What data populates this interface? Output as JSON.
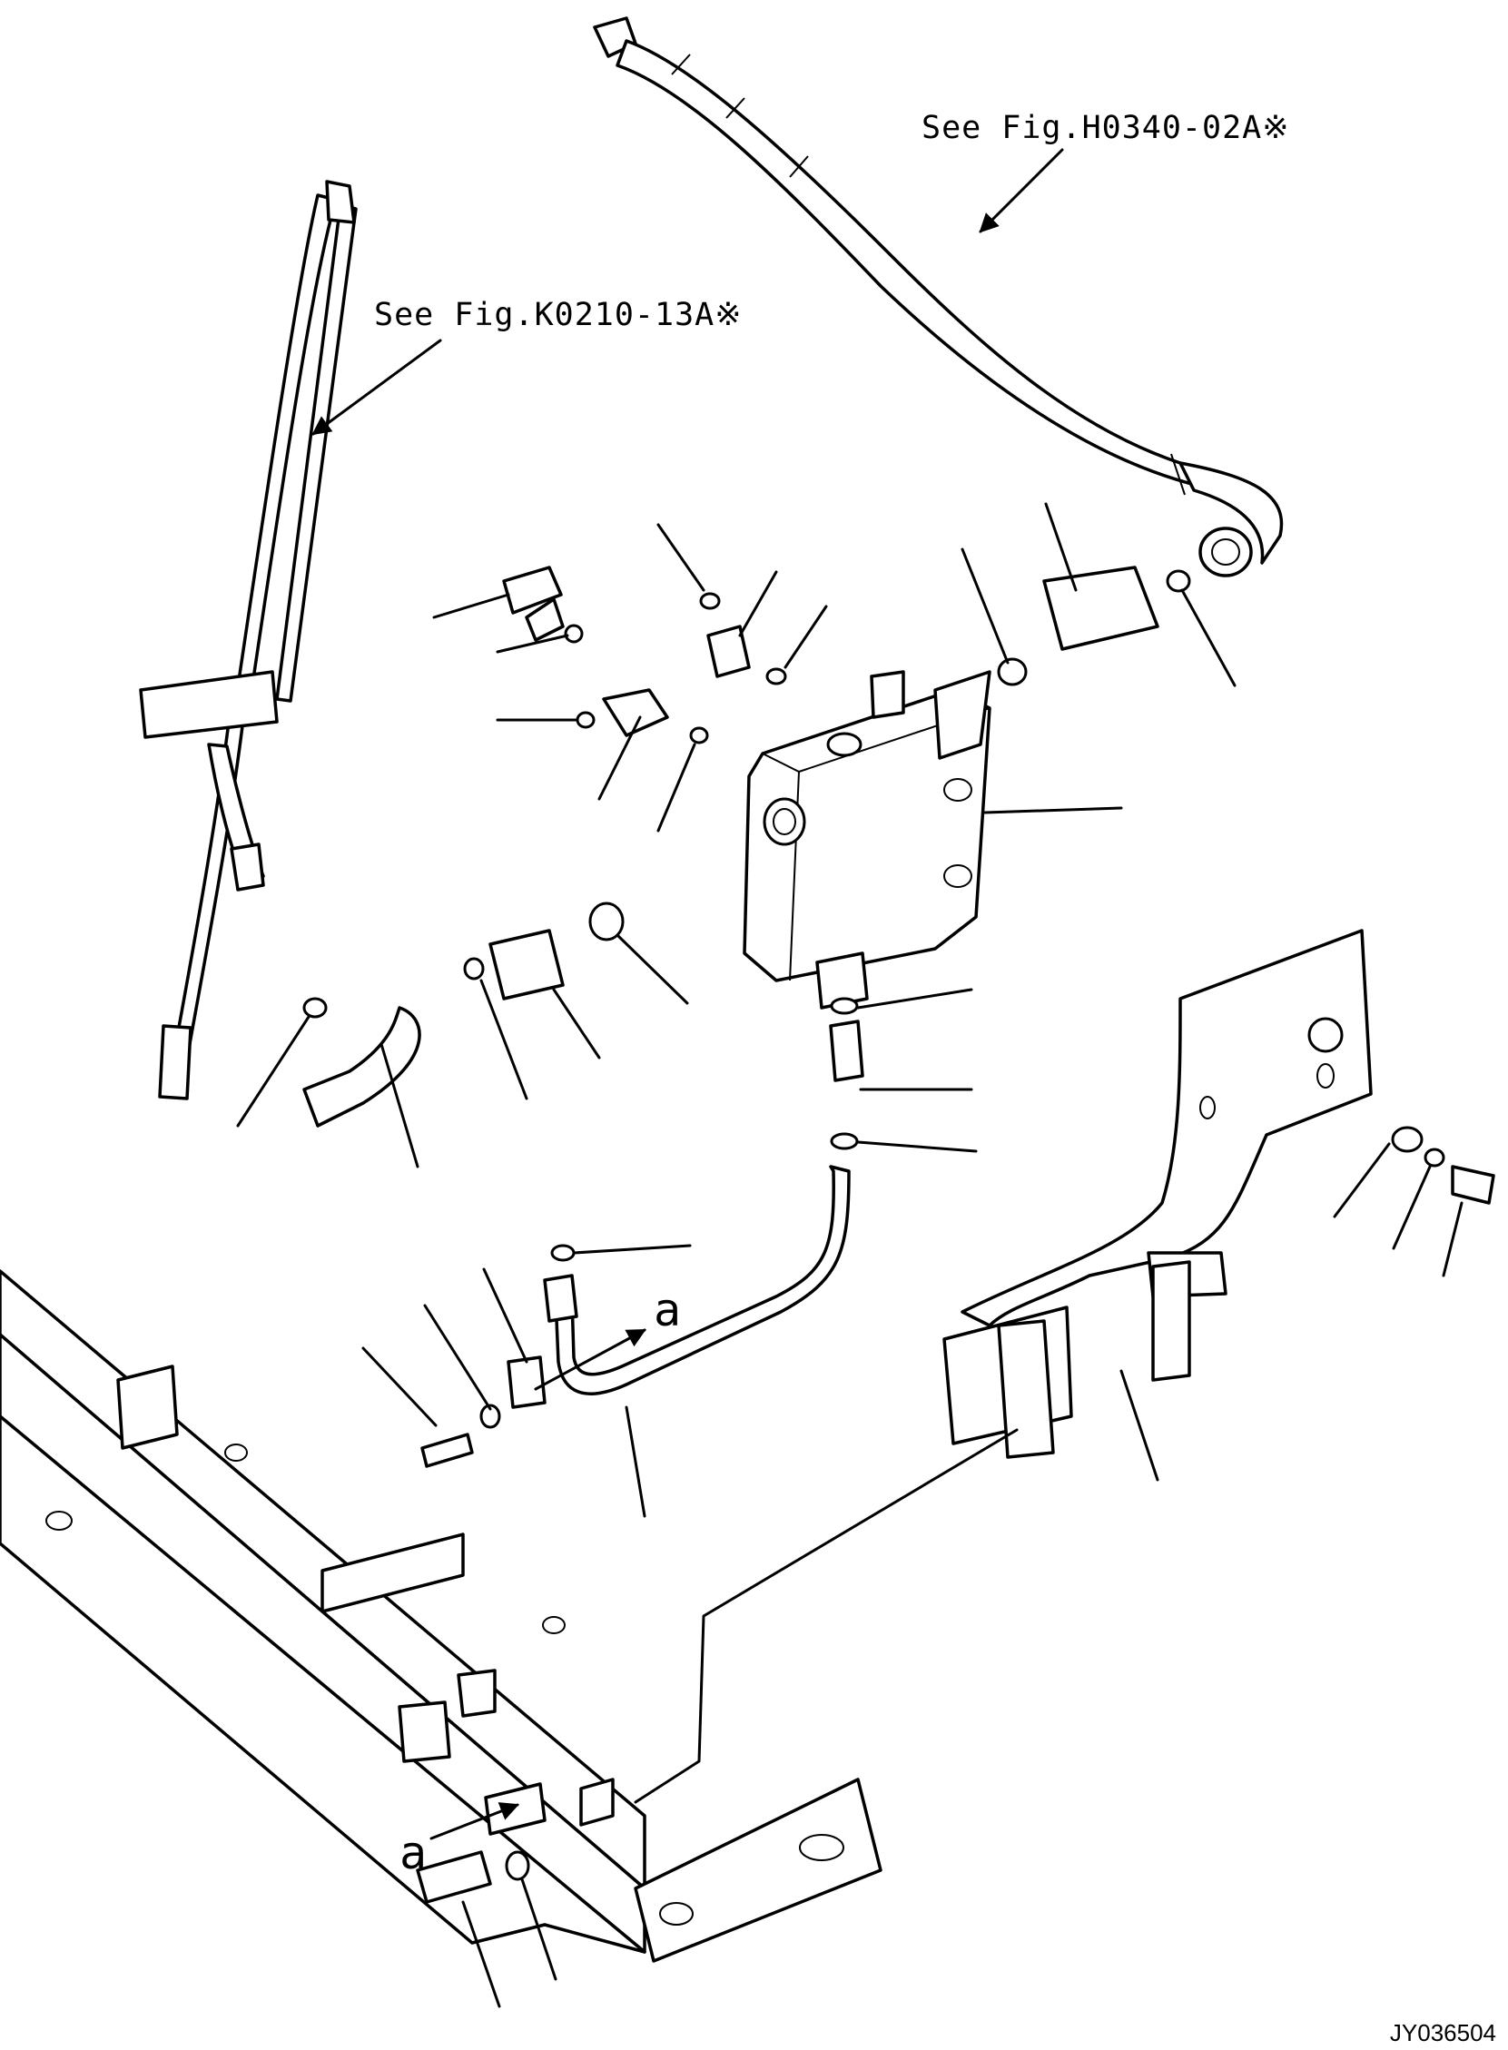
{
  "references": {
    "upper_hose": "See Fig.H0340-02A※",
    "left_hose": "See Fig.K0210-13A※"
  },
  "view_marker": {
    "upper": "a",
    "lower": "a"
  },
  "drawing_code": "JY036504"
}
